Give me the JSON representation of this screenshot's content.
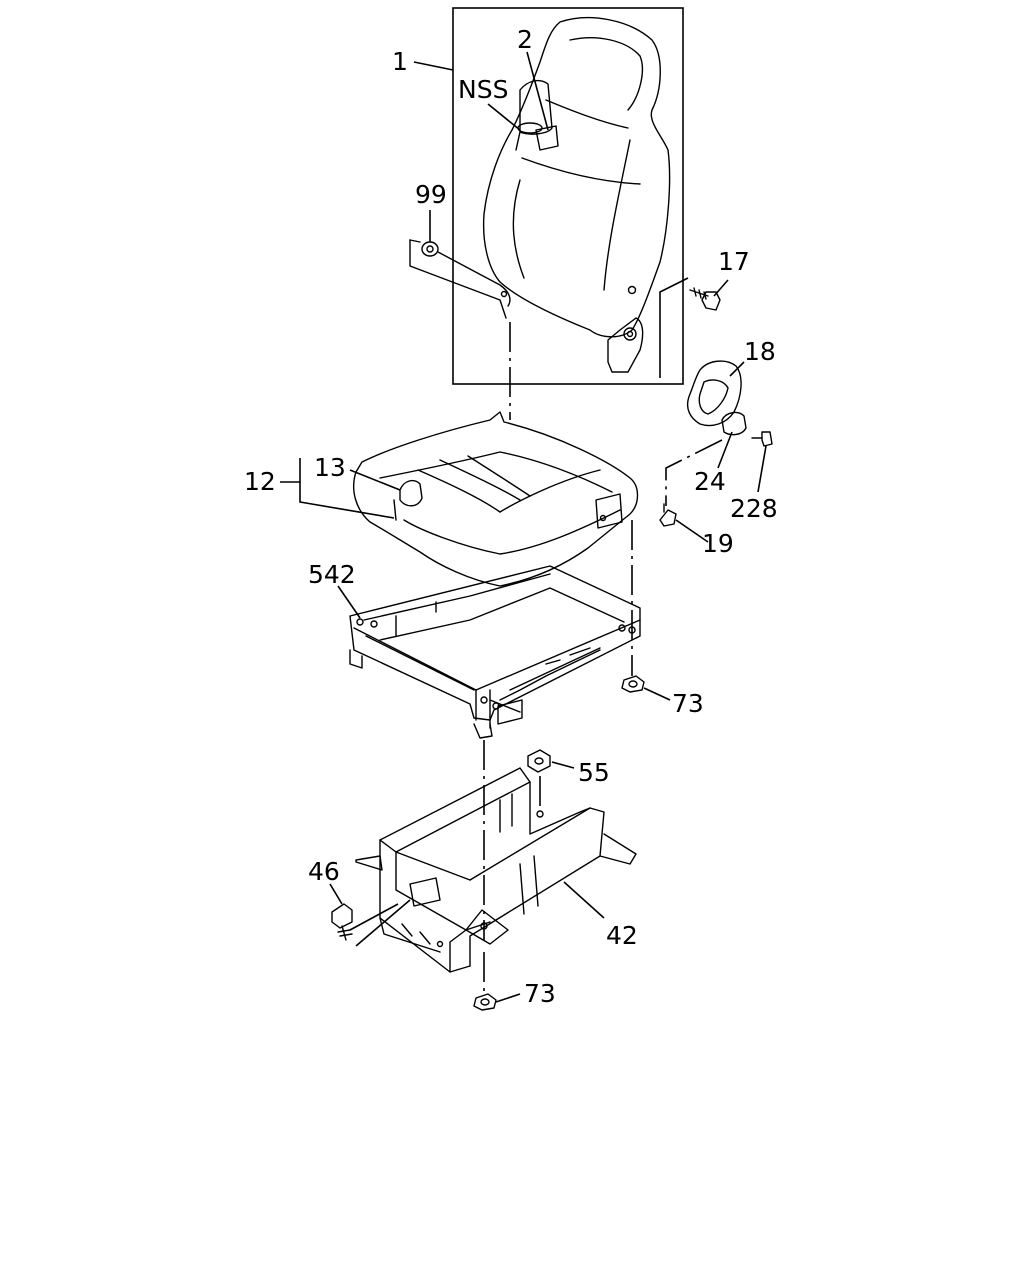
{
  "callouts": {
    "c1": "1",
    "c2": "2",
    "nss": "NSS",
    "c99": "99",
    "c17": "17",
    "c18": "18",
    "c24": "24",
    "c228": "228",
    "c19": "19",
    "c12": "12",
    "c13": "13",
    "c542": "542",
    "c73a": "73",
    "c55": "55",
    "c46": "46",
    "c42": "42",
    "c73b": "73"
  }
}
